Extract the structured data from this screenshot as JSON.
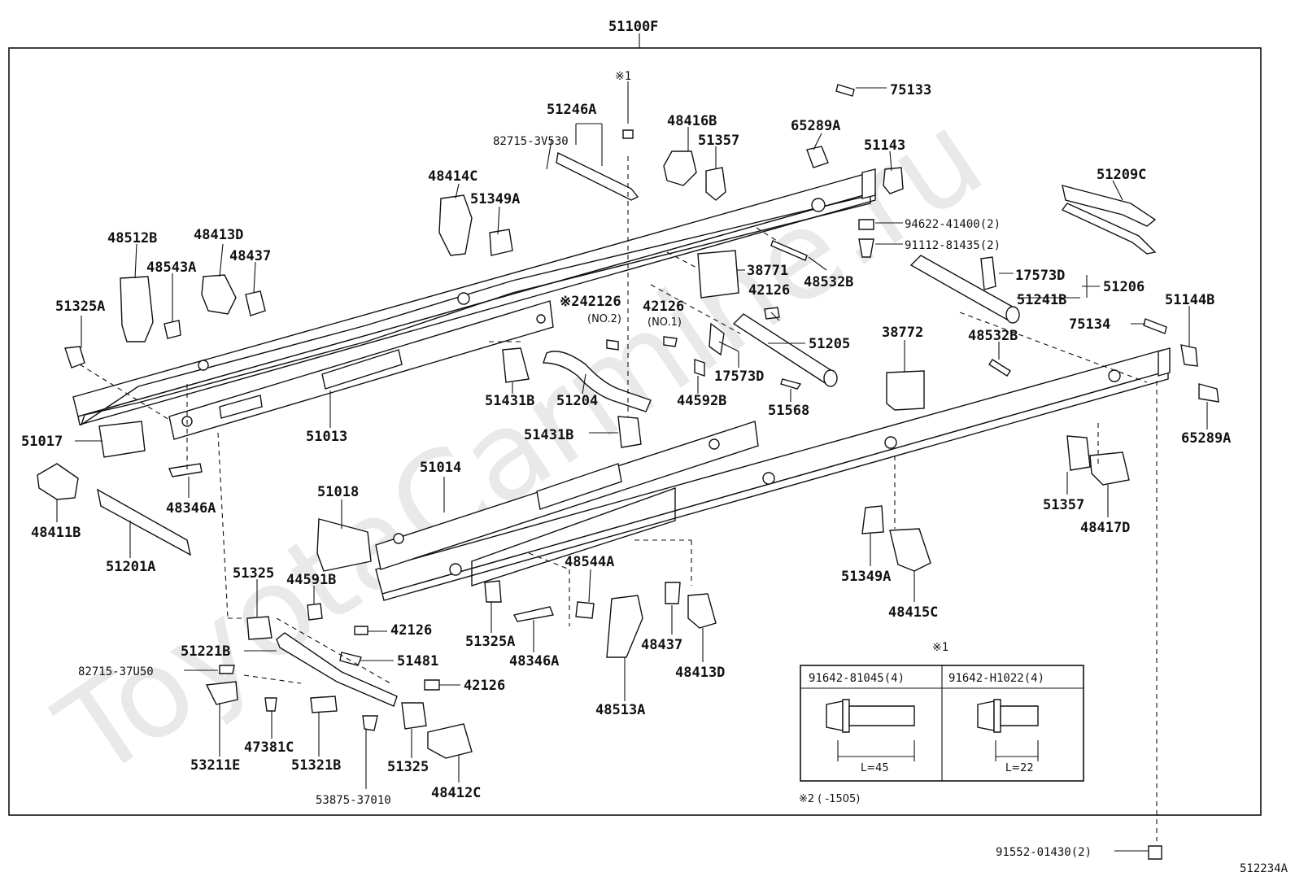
{
  "assembly_label": "51100F",
  "watermark": "ToyotaCarmine.ru",
  "labels": {
    "p51246A": "51246A",
    "p82715_3V530": "82715-3V530",
    "note1_top": "※1",
    "p48416B": "48416B",
    "p51357_top": "51357",
    "p65289A_top": "65289A",
    "p75133": "75133",
    "p51143": "51143",
    "p48414C": "48414C",
    "p51349A_top": "51349A",
    "p51209C": "51209C",
    "p94622": "94622-41400(2)",
    "p91112": "91112-81435(2)",
    "p48512B": "48512B",
    "p48413D_top": "48413D",
    "p48437_top": "48437",
    "p48543A": "48543A",
    "p38771": "38771",
    "p48532B_top": "48532B",
    "p17573D_right": "17573D",
    "p51241B": "51241B",
    "p51206": "51206",
    "p51325A_left": "51325A",
    "p42126_no2": "※242126",
    "no2": "(NO.2)",
    "p42126_no1": "42126",
    "no1": "(NO.1)",
    "p42126_mid": "42126",
    "p51205": "51205",
    "p38772": "38772",
    "p48532B_right": "48532B",
    "p75134": "75134",
    "p51144B": "51144B",
    "p17573D_mid": "17573D",
    "p51431B_upper": "51431B",
    "p51204": "51204",
    "p44592B": "44592B",
    "p51568": "51568",
    "p65289A_right": "65289A",
    "p51017": "51017",
    "p51013": "51013",
    "p51431B_lower": "51431B",
    "p48346A_left": "48346A",
    "p51014": "51014",
    "p51018": "51018",
    "p48411B": "48411B",
    "p51201A": "51201A",
    "p51357_right": "51357",
    "p48417D": "48417D",
    "p51349A_right": "51349A",
    "p48415C": "48415C",
    "p51325_upper": "51325",
    "p44591B": "44591B",
    "p48544A": "48544A",
    "p42126_lower1": "42126",
    "p51221B": "51221B",
    "p51481": "51481",
    "p82715_37U50": "82715-37U50",
    "p42126_lower2": "42126",
    "p51325A_lower": "51325A",
    "p48346A_lower": "48346A",
    "p48437_lower": "48437",
    "p48413D_lower": "48413D",
    "p48513A": "48513A",
    "p47381C": "47381C",
    "p53211E": "53211E",
    "p51321B": "51321B",
    "p51325_lower": "51325",
    "p48412C": "48412C",
    "p53875": "53875-37010",
    "p91552": "91552-01430(2)",
    "fig_id": "512234A"
  },
  "note_box": {
    "title": "※1",
    "bolt1": "91642-81045(4)",
    "len1": "L=45",
    "bolt2": "91642-H1022(4)",
    "len2": "L=22",
    "footnote": "※2 (      -1505)"
  }
}
